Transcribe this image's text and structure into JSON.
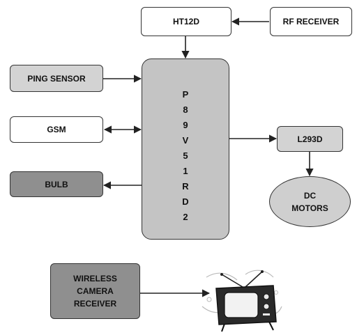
{
  "blocks": {
    "ht12d": "HT12D",
    "rf_receiver": "RF RECEIVER",
    "ping_sensor": "PING SENSOR",
    "gsm": "GSM",
    "bulb": "BULB",
    "microcontroller": [
      "P",
      "8",
      "9",
      "V",
      "5",
      "1",
      "R",
      "D",
      "2"
    ],
    "l293d": "L293D",
    "dc_motors": [
      "DC",
      "MOTORS"
    ],
    "wireless_camera_receiver": [
      "WIRELESS",
      "CAMERA",
      "RECEIVER"
    ]
  },
  "icons": {
    "television": "television-icon"
  },
  "colors": {
    "block_light": "#d3d3d3",
    "block_dark": "#8f8f8f",
    "microcontroller": "#c4c4c4",
    "border": "#333333"
  }
}
